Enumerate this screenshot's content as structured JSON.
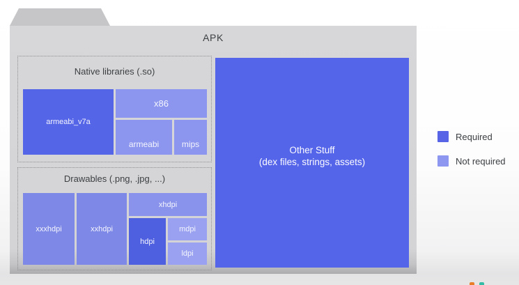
{
  "palette": {
    "required_blue": "#5565e8",
    "not_required_blue": "#8c96ee",
    "drawable_medium_blue": "#7e88e6",
    "hdpi_required_blue": "#4e60df",
    "folder_body_gray": "#d5d5d7",
    "folder_tab_gray": "#c6c6c8",
    "title_text_gray": "#3c4043"
  },
  "folder": {
    "title": "APK"
  },
  "native_section": {
    "title": "Native libraries (.so)",
    "boxes": {
      "armeabi_v7a": {
        "label": "armeabi_v7a",
        "required": true,
        "color": "#5565e8"
      },
      "x86": {
        "label": "x86",
        "required": false,
        "color": "#8c96ee"
      },
      "armeabi": {
        "label": "armeabi",
        "required": false,
        "color": "#8c96ee"
      },
      "mips": {
        "label": "mips",
        "required": false,
        "color": "#8c96ee"
      }
    }
  },
  "drawables_section": {
    "title": "Drawables (.png, .jpg, ...)",
    "boxes": {
      "xxxhdpi": {
        "label": "xxxhdpi",
        "required": false,
        "color": "#7e88e6"
      },
      "xxhdpi": {
        "label": "xxhdpi",
        "required": false,
        "color": "#7e88e6"
      },
      "xhdpi": {
        "label": "xhdpi",
        "required": false,
        "color": "#8993ec"
      },
      "hdpi": {
        "label": "hdpi",
        "required": true,
        "color": "#4e60df"
      },
      "mdpi": {
        "label": "mdpi",
        "required": false,
        "color": "#99a1f0"
      },
      "ldpi": {
        "label": "ldpi",
        "required": false,
        "color": "#99a1f0"
      }
    }
  },
  "other_stuff": {
    "line1": "Other Stuff",
    "line2": "(dex files, strings, assets)",
    "required": true,
    "color": "#5565ea"
  },
  "legend": {
    "required": {
      "label": "Required",
      "color": "#5864e6"
    },
    "not_required": {
      "label": "Not required",
      "color": "#8e97f0"
    }
  }
}
